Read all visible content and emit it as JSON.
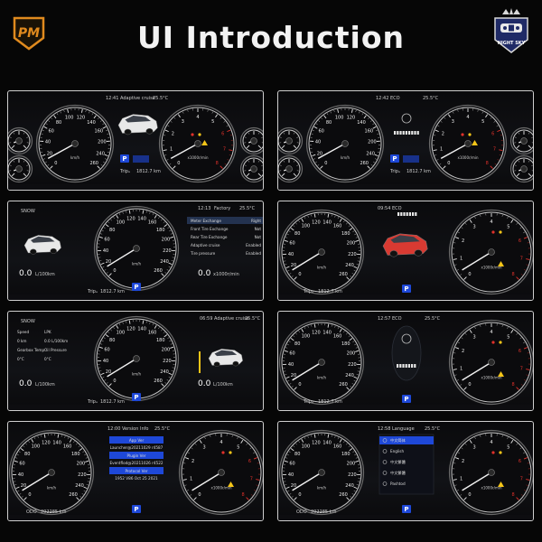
{
  "header": {
    "title": "UI Introduction",
    "logo_left": "PM",
    "logo_right": "NIGHT SKY"
  },
  "panels": [
    {
      "id": "p1",
      "time": "12:41",
      "mode": "Adaptive cruise",
      "temp": "25.5°C",
      "gear": "P",
      "trip_label": "Tripₐ",
      "trip": "1812.7 km",
      "tacho_unit": "x1000r/min"
    },
    {
      "id": "p2",
      "time": "12:42",
      "mode": "ECO",
      "temp": "25.5°C",
      "gear": "P",
      "trip_label": "Tripₐ",
      "trip": "1812.7 km",
      "tacho_unit": "x1000r/min"
    },
    {
      "id": "p3",
      "time": "12:13",
      "mode": "Factory",
      "temp": "25.5°C",
      "gear": "P",
      "trip_label": "Tripₐ",
      "trip": "1812.7 km",
      "left_value": "0.0",
      "left_unit": "L/100km",
      "right_value": "0.0",
      "right_unit": "x1000r/min",
      "menu": [
        {
          "label": "Meter Exchange",
          "value": "Right"
        },
        {
          "label": "Front Tire Exchange",
          "value": "Not"
        },
        {
          "label": "Rear Tire Exchange",
          "value": "Not"
        },
        {
          "label": "Adaptive cruise",
          "value": "Enabled"
        },
        {
          "label": "Tire pressure",
          "value": "Enabled"
        }
      ]
    },
    {
      "id": "p4",
      "time": "09:54",
      "mode": "ECO",
      "temp": "",
      "gear": "P",
      "trip_label": "Tripₐ",
      "trip": "1812.7 km",
      "tacho_unit": "x1000r/min"
    },
    {
      "id": "p5",
      "time": "06:59",
      "mode": "Adaptive cruise",
      "temp": "25.5°C",
      "gear": "P",
      "trip_label": "Tripₐ",
      "trip": "1812.7 km",
      "left_value": "0.0",
      "left_unit": "L/100km",
      "right_value": "0.0",
      "right_unit": "L/100km",
      "info": [
        {
          "label": "Speed",
          "value": "LPK"
        },
        {
          "label": "0 km",
          "value": "0.0 L/100km"
        },
        {
          "label": "Gearbox Temp",
          "value": "Oil Pressure"
        },
        {
          "label": "0°C",
          "value": "0°C"
        }
      ]
    },
    {
      "id": "p6",
      "time": "12:57",
      "mode": "ECO",
      "temp": "25.5°C",
      "gear": "P",
      "trip_label": "Tripₐ",
      "trip": "1812.7 km",
      "tacho_unit": "x1000r/min"
    },
    {
      "id": "p7",
      "time": "12:00",
      "mode": "Version Info",
      "temp": "25.5°C",
      "gear": "P",
      "odo": "202285 km",
      "versions": [
        {
          "label": "App Ver",
          "value": "Launcher@20211029 r4587"
        },
        {
          "label": "Plugin Ver",
          "value": "Eventflod@20211026 r4522"
        },
        {
          "label": "Protocol Ver",
          "value": "1952 V86 Oct 25 2021"
        }
      ],
      "tacho_unit": "x1000r/min"
    },
    {
      "id": "p8",
      "time": "12:58",
      "mode": "Language",
      "temp": "25.5°C",
      "gear": "P",
      "odo": "202285 km",
      "languages": [
        "中文简体",
        "English",
        "中文繁體",
        "中文繁體",
        "Pashtod"
      ],
      "tacho_unit": "x1000r/min"
    }
  ],
  "speedo_ticks": [
    "0",
    "20",
    "40",
    "60",
    "80",
    "100",
    "120",
    "140",
    "160",
    "180",
    "200",
    "220",
    "240",
    "260"
  ],
  "speedo_unit": "km/h",
  "tacho_ticks": [
    "0",
    "1",
    "2",
    "3",
    "4",
    "5",
    "6",
    "7",
    "8"
  ]
}
